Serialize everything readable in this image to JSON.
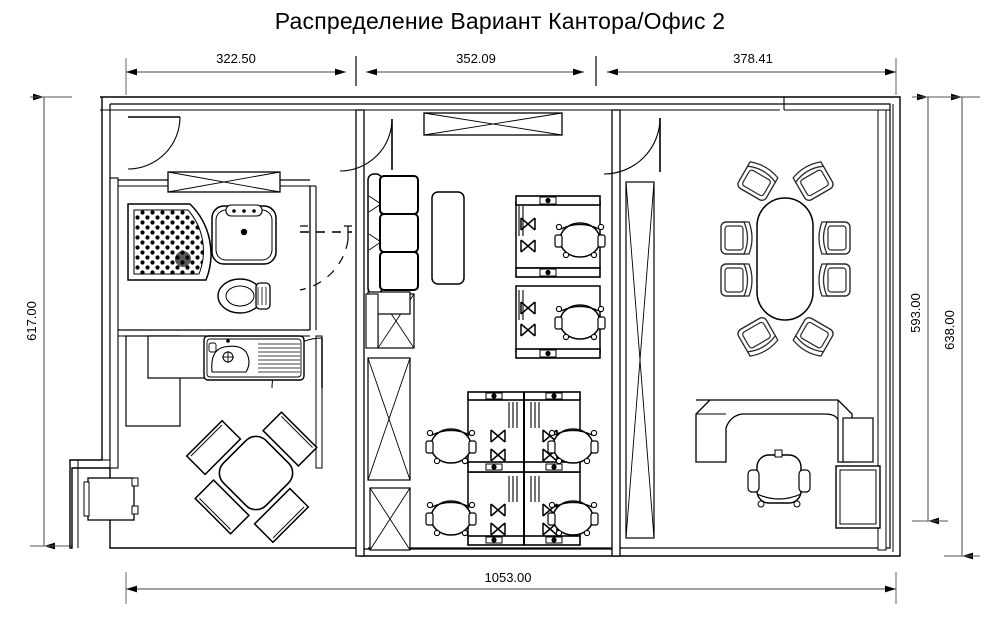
{
  "drawing": {
    "title": "Распределение Вариант Кантора/Офис 2",
    "type": "architectural-floor-plan",
    "units": "cm",
    "line_color": "#000000",
    "background_color": "#ffffff",
    "thin_line_color": "#555555"
  },
  "dimensions": {
    "top": [
      {
        "label": "322.50",
        "value": 322.5
      },
      {
        "label": "352.09",
        "value": 352.09
      },
      {
        "label": "378.41",
        "value": 378.41
      }
    ],
    "left": [
      {
        "label": "617.00",
        "value": 617.0
      }
    ],
    "right": [
      {
        "label": "593.00",
        "value": 593.0
      },
      {
        "label": "638.00",
        "value": 638.0
      }
    ],
    "bottom": [
      {
        "label": "1053.00",
        "value": 1053.0
      }
    ]
  },
  "rooms": [
    {
      "name": "bathroom",
      "fixtures": [
        "shower-tray",
        "washbasin",
        "toilet"
      ]
    },
    {
      "name": "kitchen",
      "fixtures": [
        "counter",
        "sink-with-drainboard",
        "dining-table",
        "dining-chairs"
      ]
    },
    {
      "name": "lounge-corridor",
      "fixtures": [
        "three-seat-sofa",
        "coffee-table",
        "storage-cabinets"
      ]
    },
    {
      "name": "open-office",
      "fixtures": [
        "desk-cluster-4",
        "desk-pair-2",
        "office-chairs"
      ]
    },
    {
      "name": "meeting-room",
      "fixtures": [
        "oval-conference-table",
        "conference-chairs-8",
        "executive-desk",
        "executive-chair",
        "side-cabinet"
      ]
    }
  ],
  "furniture_counts": {
    "conference_chairs": 8,
    "office_desks": 6,
    "office_chairs": 6,
    "dining_chairs": 4,
    "sofa_seats": 3
  },
  "symbols": {
    "window": "x-crossed-rectangle",
    "door": "quarter-arc-swing",
    "sliding_door": "dashed-arc"
  }
}
